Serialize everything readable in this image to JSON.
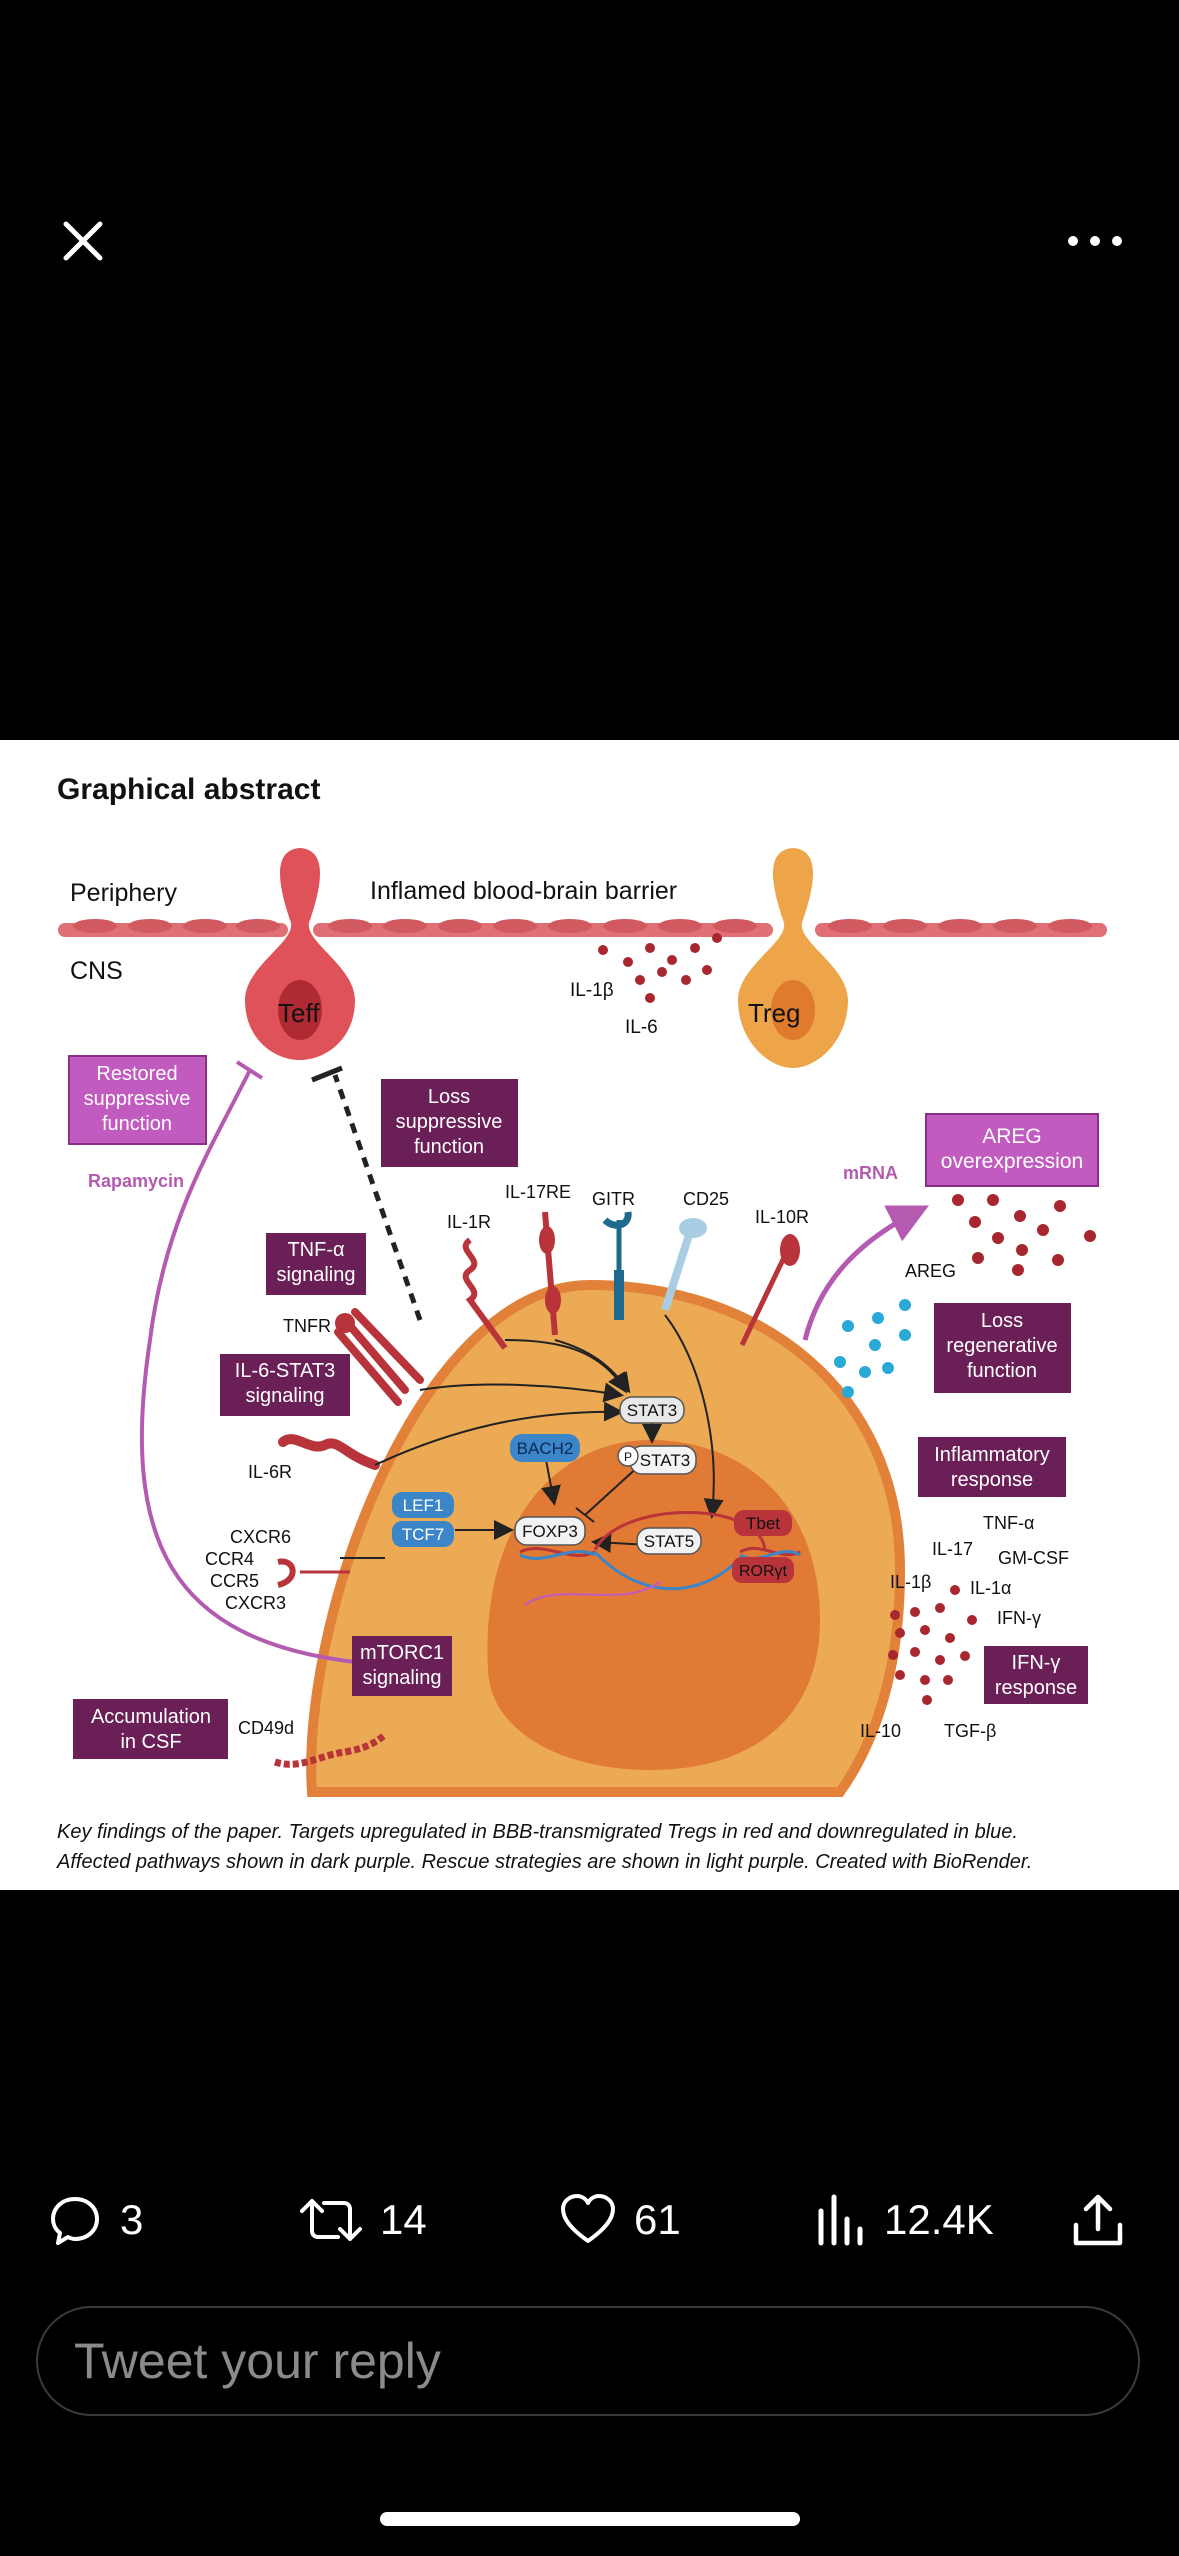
{
  "topbar": {
    "close_icon": "close-icon",
    "more_icon": "more-icon"
  },
  "figure": {
    "heading": "Graphical abstract",
    "periphery": "Periphery",
    "cns": "CNS",
    "bbb": "Inflamed blood-brain barrier",
    "teff": "Teff",
    "treg": "Treg",
    "il1b_top": "IL-1β",
    "il6_top": "IL-6",
    "restored": [
      "Restored",
      "suppressive",
      "function"
    ],
    "rapamycin": "Rapamycin",
    "loss_suppressive": [
      "Loss",
      "suppressive",
      "function"
    ],
    "tnf_signaling": [
      "TNF-α",
      "signaling"
    ],
    "il6_stat3_signaling": [
      "IL-6-STAT3",
      "signaling"
    ],
    "tnfr": "TNFR",
    "il6r": "IL-6R",
    "il1r": "IL-1R",
    "il17re": "IL-17RE",
    "gitr": "GITR",
    "cd25": "CD25",
    "il10r": "IL-10R",
    "mrna": "mRNA",
    "areg_over": [
      "AREG",
      "overexpression"
    ],
    "areg": "AREG",
    "loss_regenerative": [
      "Loss",
      "regenerative",
      "function"
    ],
    "inflammatory": [
      "Inflammatory",
      "response"
    ],
    "stat3": "STAT3",
    "pstat3": "STAT3",
    "p": "P",
    "bach2": "BACH2",
    "lef1": "LEF1",
    "tcf7": "TCF7",
    "foxp3": "FOXP3",
    "stat5": "STAT5",
    "tbet": "Tbet",
    "roryt": "RORγt",
    "chemokine_receptors": [
      "CXCR6",
      "CCR4",
      "CCR5",
      "CXCR3"
    ],
    "mtorc1": [
      "mTORC1",
      "signaling"
    ],
    "accumulation": [
      "Accumulation",
      "in CSF"
    ],
    "cd49d": "CD49d",
    "tnfa": "TNF-α",
    "il17": "IL-17",
    "gmcsf": "GM-CSF",
    "il1b": "IL-1β",
    "il1a": "IL-1α",
    "ifng": "IFN-γ",
    "ifng_response": [
      "IFN-γ",
      "response"
    ],
    "il10": "IL-10",
    "tgfb": "TGF-β",
    "caption_1": "Key findings of the paper. Targets upregulated in BBB-transmigrated Tregs in red and downregulated in blue.",
    "caption_2": "Affected pathways shown in dark purple. Rescue strategies are shown in light purple. Created with BioRender."
  },
  "actions": {
    "replies": "3",
    "retweets": "14",
    "likes": "61",
    "views": "12.4K"
  },
  "reply": {
    "placeholder": "Tweet your reply"
  },
  "colors": {
    "dark_purple": "#6b1f57",
    "light_purple": "#c25bc0",
    "red": "#b8333a",
    "blue": "#3b86c8",
    "cell_orange": "#ecaa55",
    "nucleus": "#e07a35"
  }
}
